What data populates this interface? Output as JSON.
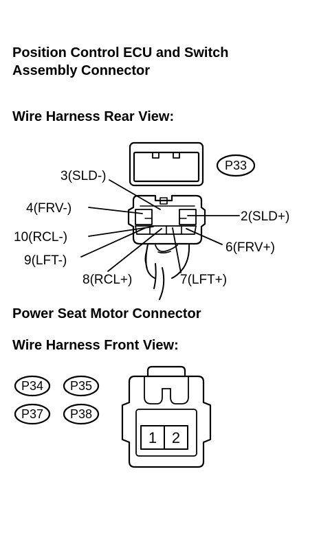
{
  "sections": {
    "position_ecu": {
      "title_line1": "Position Control ECU and Switch",
      "title_line2": "Assembly Connector",
      "view": "Wire Harness Rear View:",
      "connector_code": "P33",
      "pins": [
        {
          "label": "3(SLD-)"
        },
        {
          "label": "4(FRV-)"
        },
        {
          "label": "10(RCL-)"
        },
        {
          "label": "9(LFT-)"
        },
        {
          "label": "8(RCL+)"
        },
        {
          "label": "7(LFT+)"
        },
        {
          "label": "6(FRV+)"
        },
        {
          "label": "2(SLD+)"
        }
      ]
    },
    "power_seat_motor": {
      "title": "Power Seat Motor Connector",
      "view": "Wire Harness Front View:",
      "connector_codes": [
        "P34",
        "P35",
        "P37",
        "P38"
      ],
      "pin_numbers": [
        "1",
        "2"
      ]
    }
  }
}
